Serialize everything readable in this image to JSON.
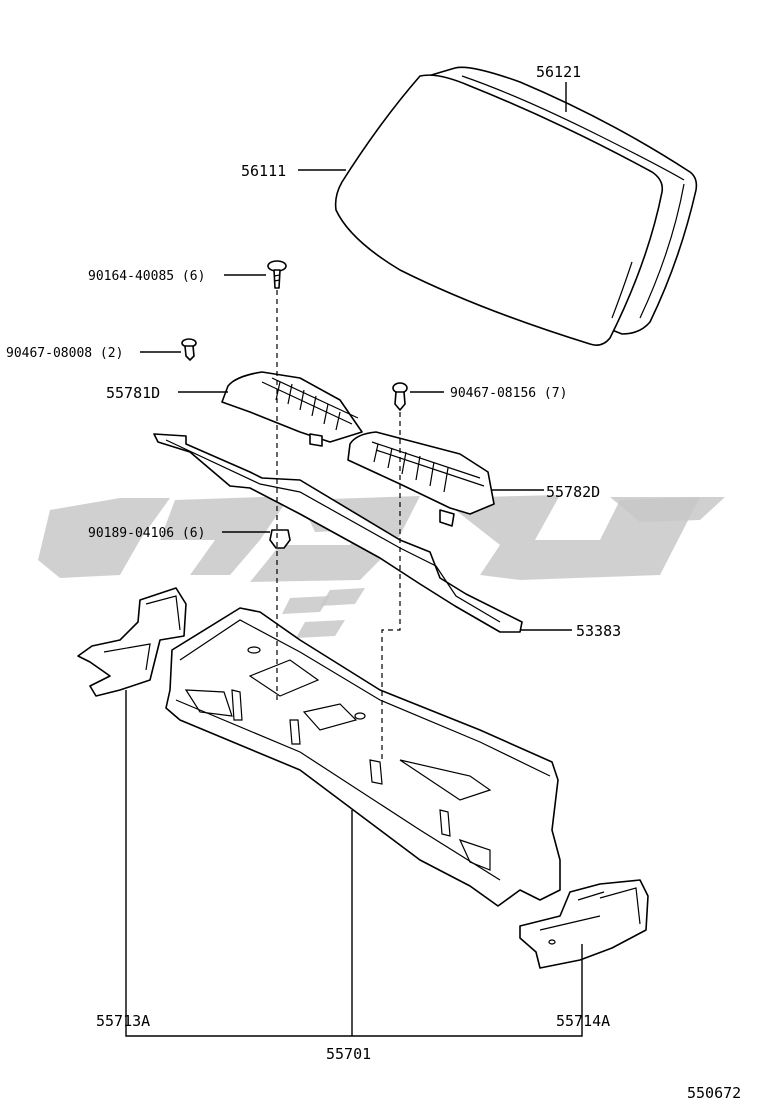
{
  "labels": {
    "p56121": "56121",
    "p56111": "56111",
    "p90164": "90164-40085 (6)",
    "p90467a": "90467-08008 (2)",
    "p55781": "55781D",
    "p90467b": "90467-08156 (7)",
    "p55782": "55782D",
    "p90189": "90189-04106 (6)",
    "p53383": "53383",
    "p55713": "55713A",
    "p55714": "55714A",
    "p55701": "55701",
    "diagram_id": "550672"
  },
  "colors": {
    "line": "#000000",
    "watermark": "#c8c8c8",
    "background": "#ffffff"
  }
}
